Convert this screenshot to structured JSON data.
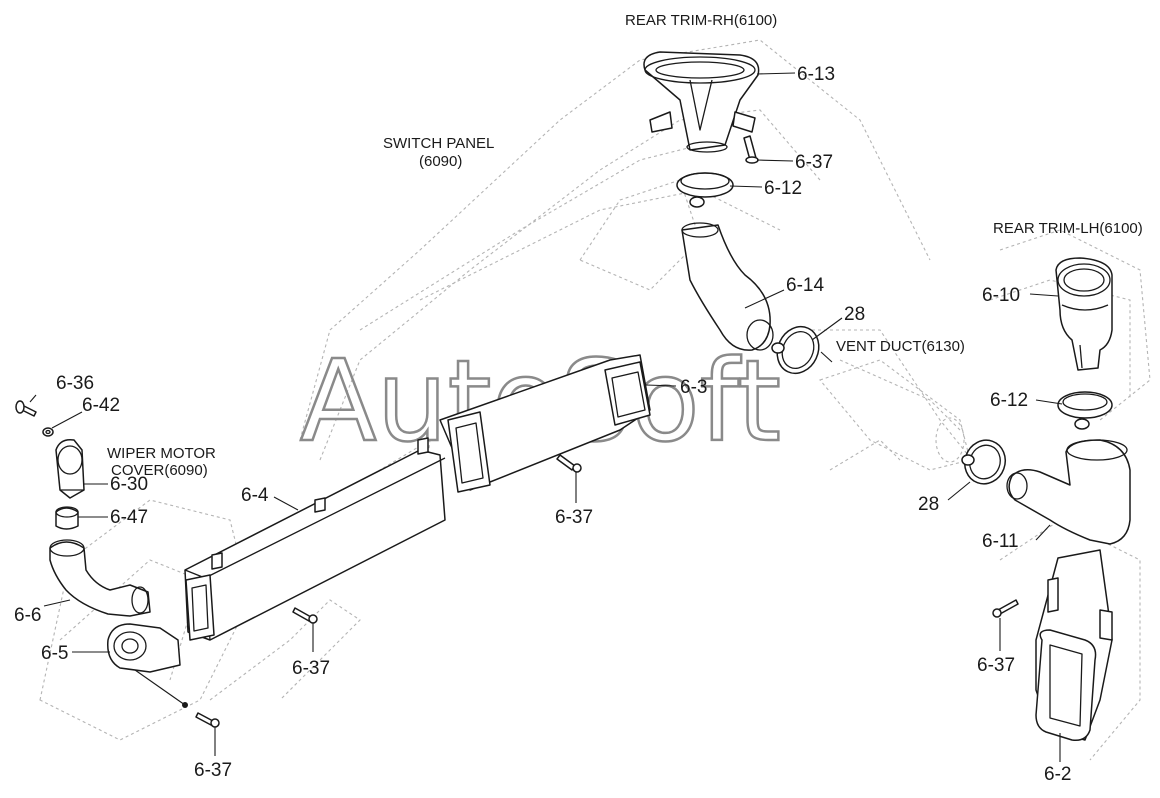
{
  "watermark": "AutoSoft",
  "captions": {
    "rear_trim_rh": "REAR TRIM-RH(6100)",
    "switch_panel_1": "SWITCH PANEL",
    "switch_panel_2": "(6090)",
    "rear_trim_lh": "REAR TRIM-LH(6100)",
    "vent_duct": "VENT DUCT(6130)",
    "wiper_1": "WIPER MOTOR",
    "wiper_2": "COVER(6090)"
  },
  "parts": {
    "p6_13": "6-13",
    "p6_37_top": "6-37",
    "p6_12_top": "6-12",
    "p6_14": "6-14",
    "p28_top": "28",
    "p6_10": "6-10",
    "p6_12_right": "6-12",
    "p6_3": "6-3",
    "p6_37_mid": "6-37",
    "p28_bottom": "28",
    "p6_11": "6-11",
    "p6_36": "6-36",
    "p6_42": "6-42",
    "p6_30": "6-30",
    "p6_47": "6-47",
    "p6_4": "6-4",
    "p6_6": "6-6",
    "p6_5": "6-5",
    "p6_37_low": "6-37",
    "p6_37_bottom": "6-37",
    "p6_37_right": "6-37",
    "p6_2": "6-2"
  }
}
